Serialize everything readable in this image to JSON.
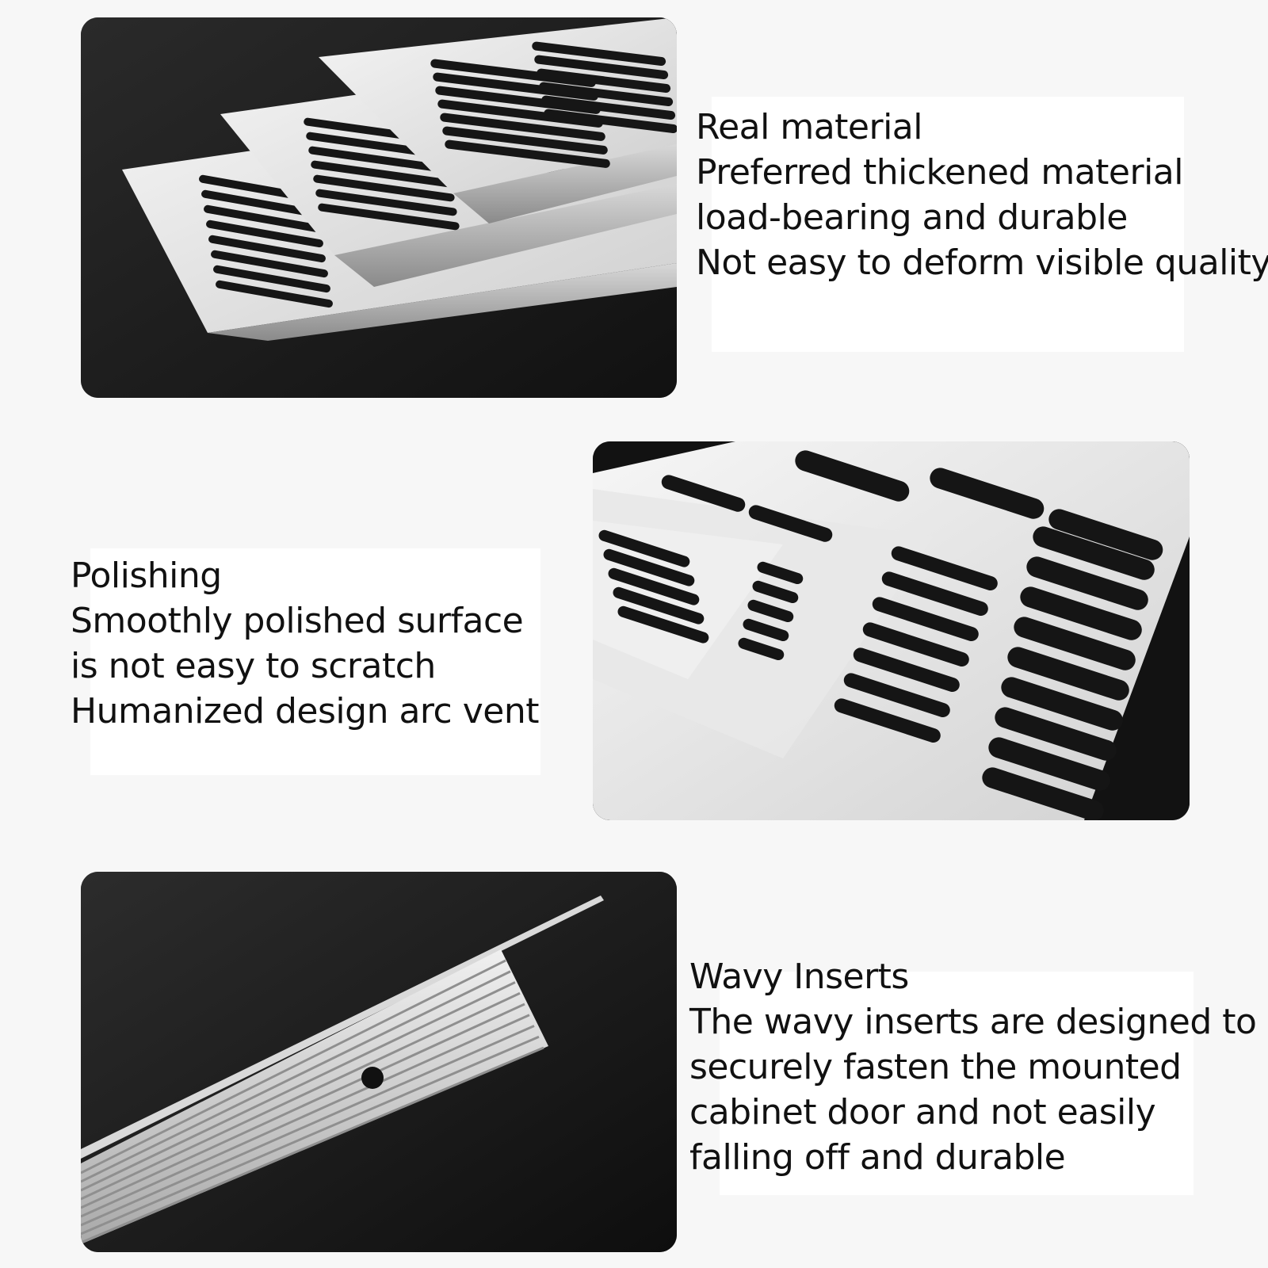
{
  "features": [
    {
      "title": "Real material",
      "lines": [
        "Preferred thickened material",
        "load-bearing and durable",
        "Not easy to deform visible quality"
      ]
    },
    {
      "title": "Polishing",
      "lines": [
        "Smoothly polished surface",
        "is not easy to scratch",
        "Humanized design arc vent"
      ]
    },
    {
      "title": "Wavy Inserts",
      "lines": [
        "The wavy inserts are designed to",
        "securely fasten the mounted",
        "cabinet door and not easily",
        "falling off and durable"
      ]
    }
  ],
  "colors": {
    "page_background": "#f7f7f7",
    "panel_background": "#1a1a1a",
    "metal_light": "#e9e9e9",
    "metal_mid": "#c9c9c9",
    "text": "#111111"
  }
}
